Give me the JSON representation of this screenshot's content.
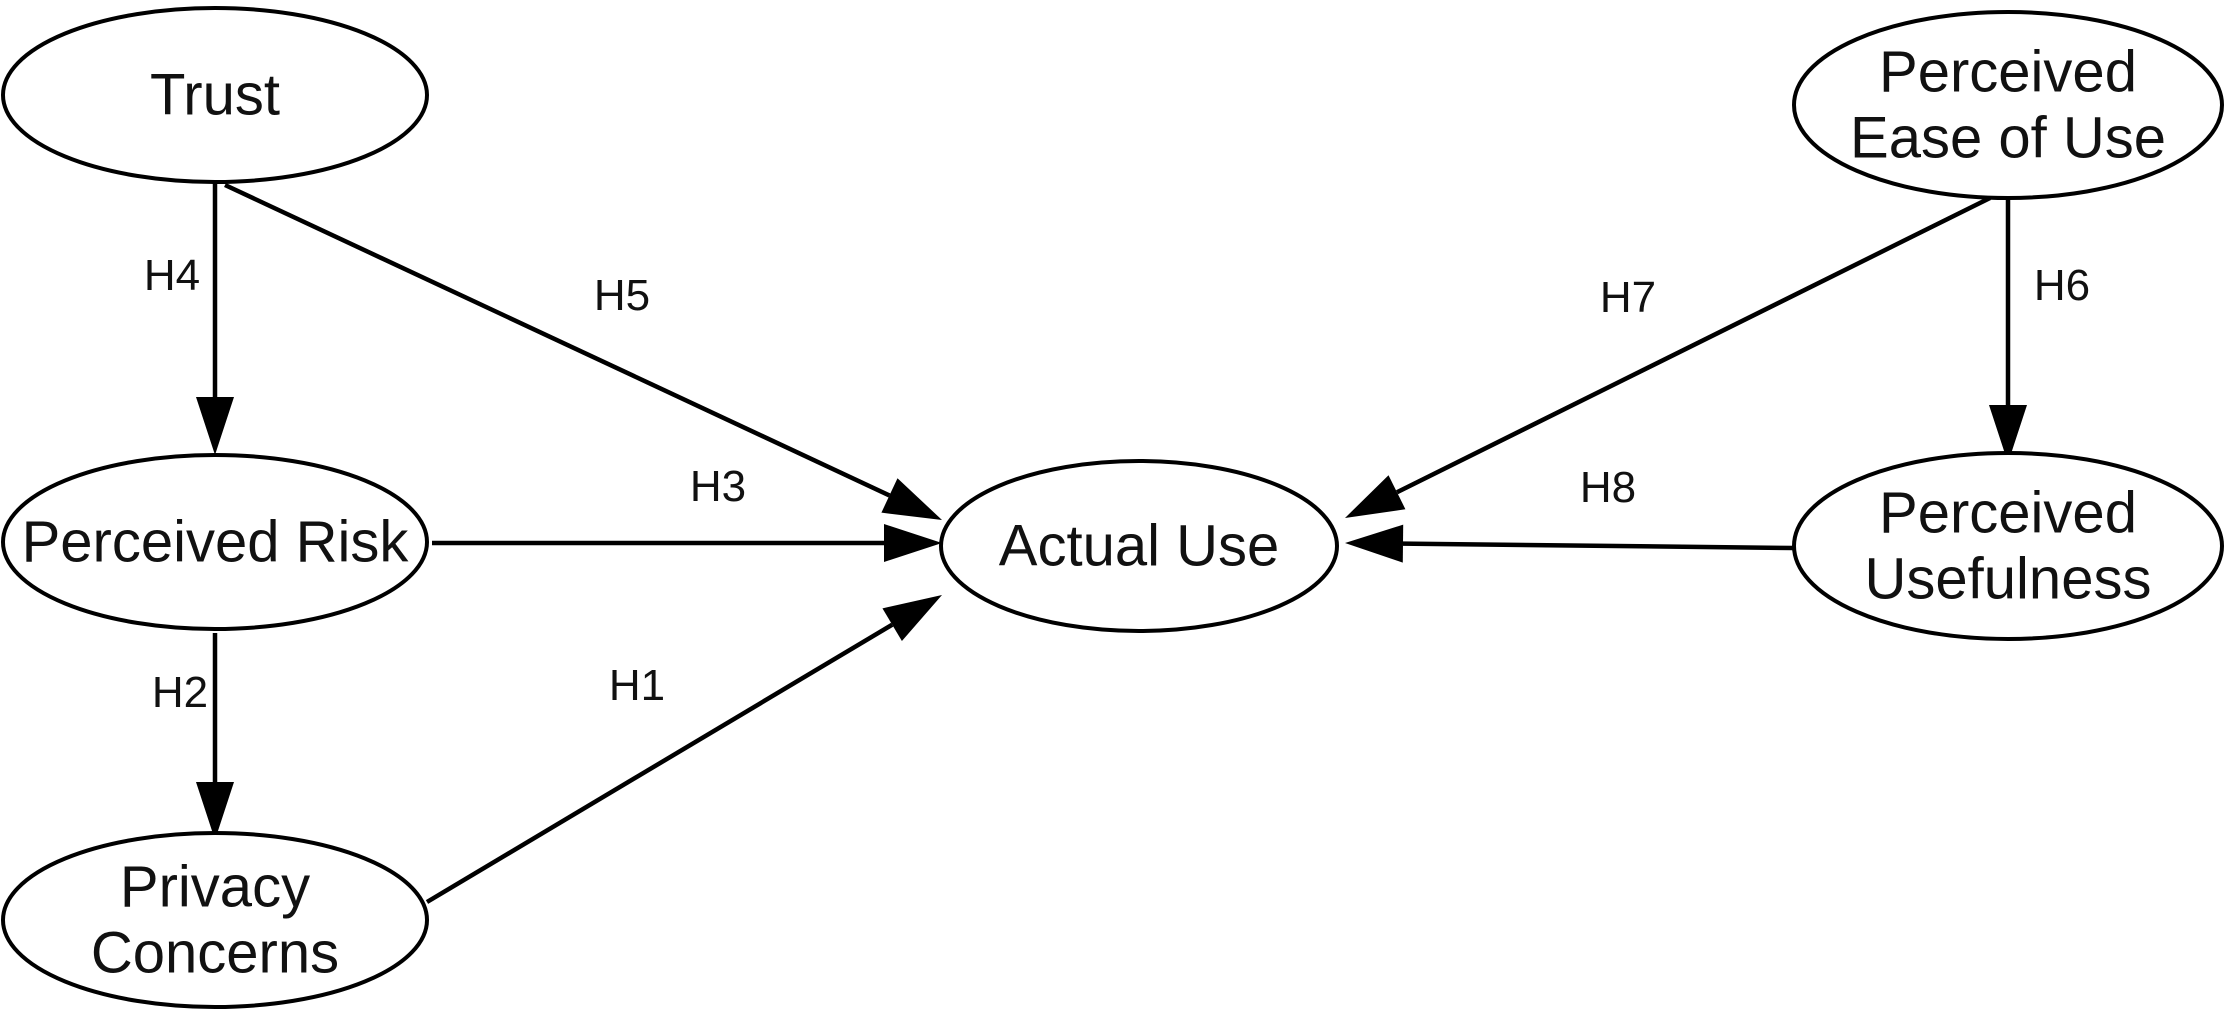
{
  "nodes": [
    {
      "id": "trust",
      "lines": [
        "Trust"
      ]
    },
    {
      "id": "perceived-risk",
      "lines": [
        "Perceived Risk"
      ]
    },
    {
      "id": "privacy-concerns",
      "lines": [
        "Privacy",
        "Concerns"
      ]
    },
    {
      "id": "actual-use",
      "lines": [
        "Actual Use"
      ]
    },
    {
      "id": "perceived-ease-of-use",
      "lines": [
        "Perceived",
        "Ease of Use"
      ]
    },
    {
      "id": "perceived-usefulness",
      "lines": [
        "Perceived",
        "Usefulness"
      ]
    }
  ],
  "edges": [
    {
      "id": "h1",
      "from": "privacy-concerns",
      "to": "actual-use",
      "label": "H1"
    },
    {
      "id": "h2",
      "from": "perceived-risk",
      "to": "privacy-concerns",
      "label": "H2"
    },
    {
      "id": "h3",
      "from": "perceived-risk",
      "to": "actual-use",
      "label": "H3"
    },
    {
      "id": "h4",
      "from": "trust",
      "to": "perceived-risk",
      "label": "H4"
    },
    {
      "id": "h5",
      "from": "trust",
      "to": "actual-use",
      "label": "H5"
    },
    {
      "id": "h6",
      "from": "perceived-ease-of-use",
      "to": "perceived-usefulness",
      "label": "H6"
    },
    {
      "id": "h7",
      "from": "perceived-ease-of-use",
      "to": "actual-use",
      "label": "H7"
    },
    {
      "id": "h8",
      "from": "perceived-usefulness",
      "to": "actual-use",
      "label": "H8"
    }
  ]
}
